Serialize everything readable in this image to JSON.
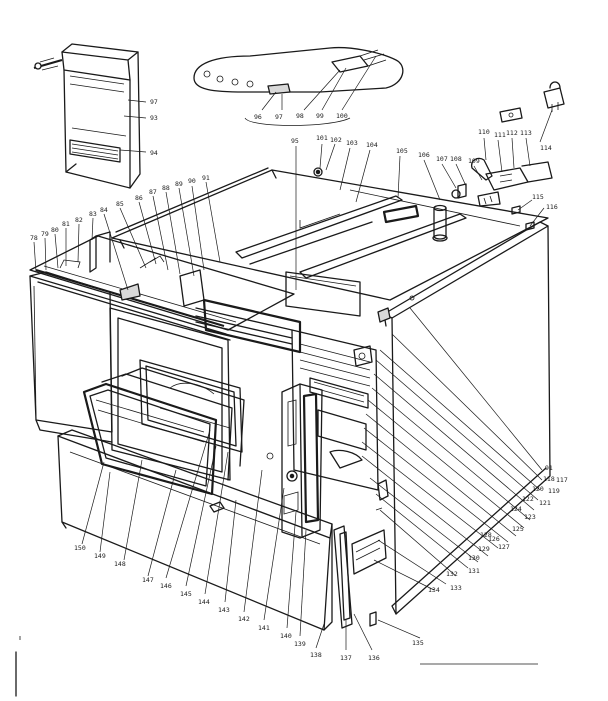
{
  "callouts": [
    {
      "id": "c97a",
      "text": "97"
    },
    {
      "id": "c93",
      "text": "93"
    },
    {
      "id": "c94",
      "text": "94"
    },
    {
      "id": "c96",
      "text": "96"
    },
    {
      "id": "c97b",
      "text": "97"
    },
    {
      "id": "c98",
      "text": "98"
    },
    {
      "id": "c99",
      "text": "99"
    },
    {
      "id": "c100",
      "text": "100"
    },
    {
      "id": "c95",
      "text": "95"
    },
    {
      "id": "c101",
      "text": "101"
    },
    {
      "id": "c102",
      "text": "102"
    },
    {
      "id": "c103",
      "text": "103"
    },
    {
      "id": "c104",
      "text": "104"
    },
    {
      "id": "c105",
      "text": "105"
    },
    {
      "id": "c106",
      "text": "106"
    },
    {
      "id": "c107",
      "text": "107"
    },
    {
      "id": "c108",
      "text": "108"
    },
    {
      "id": "c109",
      "text": "109"
    },
    {
      "id": "c110",
      "text": "110"
    },
    {
      "id": "c111",
      "text": "111"
    },
    {
      "id": "c112",
      "text": "112"
    },
    {
      "id": "c113",
      "text": "113"
    },
    {
      "id": "c114",
      "text": "114"
    },
    {
      "id": "c115",
      "text": "115"
    },
    {
      "id": "c116",
      "text": "116"
    },
    {
      "id": "c78",
      "text": "78"
    },
    {
      "id": "c79",
      "text": "79"
    },
    {
      "id": "c80",
      "text": "80"
    },
    {
      "id": "c81",
      "text": "81"
    },
    {
      "id": "c82",
      "text": "82"
    },
    {
      "id": "c83",
      "text": "83"
    },
    {
      "id": "c84",
      "text": "84"
    },
    {
      "id": "c85",
      "text": "85"
    },
    {
      "id": "c86",
      "text": "86"
    },
    {
      "id": "c87",
      "text": "87"
    },
    {
      "id": "c88",
      "text": "88"
    },
    {
      "id": "c89",
      "text": "89"
    },
    {
      "id": "c90",
      "text": "90"
    },
    {
      "id": "c91",
      "text": "91"
    },
    {
      "id": "c91b",
      "text": "91"
    },
    {
      "id": "c118",
      "text": "118"
    },
    {
      "id": "c117",
      "text": "117"
    },
    {
      "id": "c120",
      "text": "120"
    },
    {
      "id": "c119",
      "text": "119"
    },
    {
      "id": "c122",
      "text": "122"
    },
    {
      "id": "c121",
      "text": "121"
    },
    {
      "id": "c124",
      "text": "124"
    },
    {
      "id": "c123",
      "text": "123"
    },
    {
      "id": "c125",
      "text": "125"
    },
    {
      "id": "c126",
      "text": "126"
    },
    {
      "id": "c127",
      "text": "127"
    },
    {
      "id": "c128",
      "text": "128"
    },
    {
      "id": "c129",
      "text": "129"
    },
    {
      "id": "c130",
      "text": "130"
    },
    {
      "id": "c131",
      "text": "131"
    },
    {
      "id": "c132",
      "text": "132"
    },
    {
      "id": "c133",
      "text": "133"
    },
    {
      "id": "c134",
      "text": "134"
    },
    {
      "id": "c135",
      "text": "135"
    },
    {
      "id": "c136",
      "text": "136"
    },
    {
      "id": "c137",
      "text": "137"
    },
    {
      "id": "c138",
      "text": "138"
    },
    {
      "id": "c139",
      "text": "139"
    },
    {
      "id": "c140",
      "text": "140"
    },
    {
      "id": "c141",
      "text": "141"
    },
    {
      "id": "c142",
      "text": "142"
    },
    {
      "id": "c143",
      "text": "143"
    },
    {
      "id": "c144",
      "text": "144"
    },
    {
      "id": "c145",
      "text": "145"
    },
    {
      "id": "c146",
      "text": "146"
    },
    {
      "id": "c147",
      "text": "147"
    },
    {
      "id": "c148",
      "text": "148"
    },
    {
      "id": "c149",
      "text": "149"
    },
    {
      "id": "c150",
      "text": "150"
    }
  ]
}
